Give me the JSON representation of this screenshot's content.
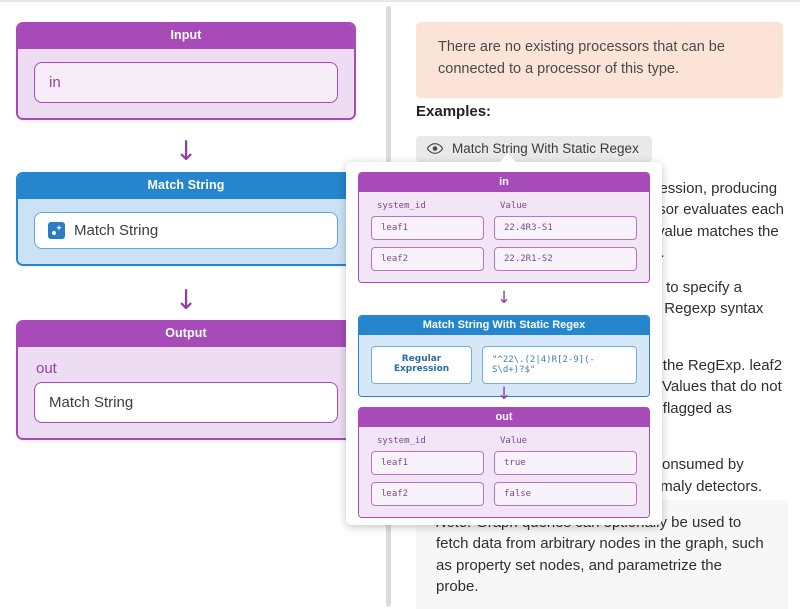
{
  "graph": {
    "input_node": {
      "title": "Input",
      "field_value": "in"
    },
    "processor_node": {
      "title": "Match String",
      "field_value": "Match String",
      "icon": "match-string-icon"
    },
    "output_node": {
      "title": "Output",
      "port_label": "out",
      "field_value": "Match String"
    },
    "arrow_glyph": "↓"
  },
  "info": {
    "alert_text": "There are no existing processors that can be connected to a processor of this type.",
    "examples_label": "Examples:",
    "example_chip": {
      "label": "Match String With Static Regex",
      "icon": "eye-icon"
    },
    "description_paragraphs": [
      "Match a string against a regular expression, producing a boolean result per key. The processor evaluates each input value and emits true when the value matches the supplied pattern, and false otherwise.",
      "Use the Regular Expression property to specify a pattern. The pattern follows standard Regexp syntax and is applied to the whole value.",
      "In the example below, leaf1 matches the RegExp. leaf2 does not, so its output value is false. Values that do not match the configured expression are flagged as anomalies.",
      "The resulting boolean stage can be consumed by downstream processors such as anomaly detectors."
    ],
    "note_prefix": "Note:",
    "note_text": " Graph queries can optionally be used to fetch data from arbitrary nodes in the graph, such as property set nodes, and parametrize the probe."
  },
  "popup": {
    "in_node": {
      "title": "in",
      "columns": [
        "system_id",
        "Value"
      ],
      "rows": [
        {
          "key": "leaf1",
          "value": "22.4R3-S1"
        },
        {
          "key": "leaf2",
          "value": "22.2R1-S2"
        }
      ]
    },
    "processor_node": {
      "title": "Match String With Static Regex",
      "property_label": "Regular Expression",
      "property_value": "\"^22\\.(2|4)R[2-9](-S\\d+)?$\""
    },
    "out_node": {
      "title": "out",
      "columns": [
        "system_id",
        "Value"
      ],
      "rows": [
        {
          "key": "leaf1",
          "value": "true"
        },
        {
          "key": "leaf2",
          "value": "false"
        }
      ]
    },
    "arrow_glyph": "↓"
  },
  "colors": {
    "purple": "#a74bb8",
    "blue": "#2585cd",
    "alert_bg": "#fbe4d7",
    "chip_bg": "#e9e9e9"
  }
}
